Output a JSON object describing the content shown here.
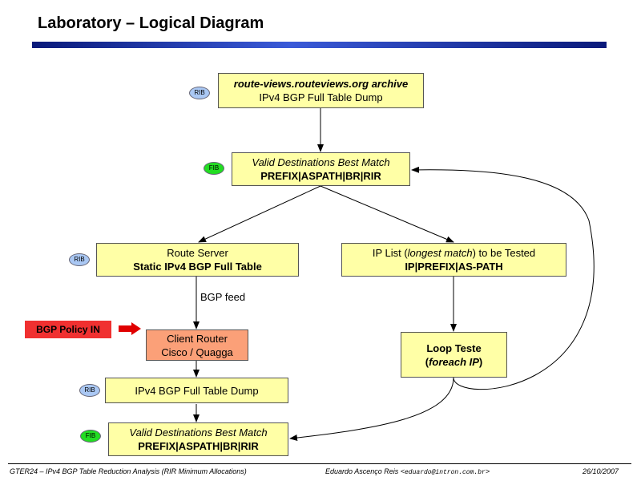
{
  "title": "Laboratory – Logical Diagram",
  "badges": {
    "rib": "RIB",
    "fib": "FIB"
  },
  "boxes": {
    "archive": {
      "line1": "route-views.routeviews.org archive",
      "line2": "IPv4 BGP Full Table Dump"
    },
    "valid_top": {
      "line1": "Valid Destinations Best Match",
      "line2": "PREFIX|ASPATH|BR|RIR"
    },
    "route_server": {
      "line1": "Route Server",
      "line2": "Static IPv4  BGP Full Table"
    },
    "ip_list": {
      "line1_a": "IP List (",
      "line1_b": "longest match",
      "line1_c": ") to be Tested",
      "line2": "IP|PREFIX|AS-PATH"
    },
    "client_router": {
      "line1": "Client Router",
      "line2": "Cisco / Quagga"
    },
    "loop": {
      "line1": "Loop Teste",
      "line2_a": "(",
      "line2_b": "foreach IP",
      "line2_c": ")"
    },
    "dump_bottom": {
      "line1": "IPv4 BGP Full Table Dump"
    },
    "valid_bottom": {
      "line1": "Valid Destinations Best Match",
      "line2": "PREFIX|ASPATH|BR|RIR"
    }
  },
  "bgp_feed": "BGP feed",
  "bgp_policy": "BGP Policy IN",
  "footer": {
    "left": "GTER24 – IPv4 BGP Table Reduction Analysis (RIR Minimum Allocations)",
    "author": "Eduardo Ascenço Reis <",
    "email": "eduardo@intron.com.br",
    "author_end": ">",
    "date": "26/10/2007"
  },
  "colors": {
    "box_fill": "#ffffa6",
    "router_fill": "#fba078",
    "rib": "#aac8f4",
    "fib": "#22dd22",
    "policy": "#f03030"
  }
}
